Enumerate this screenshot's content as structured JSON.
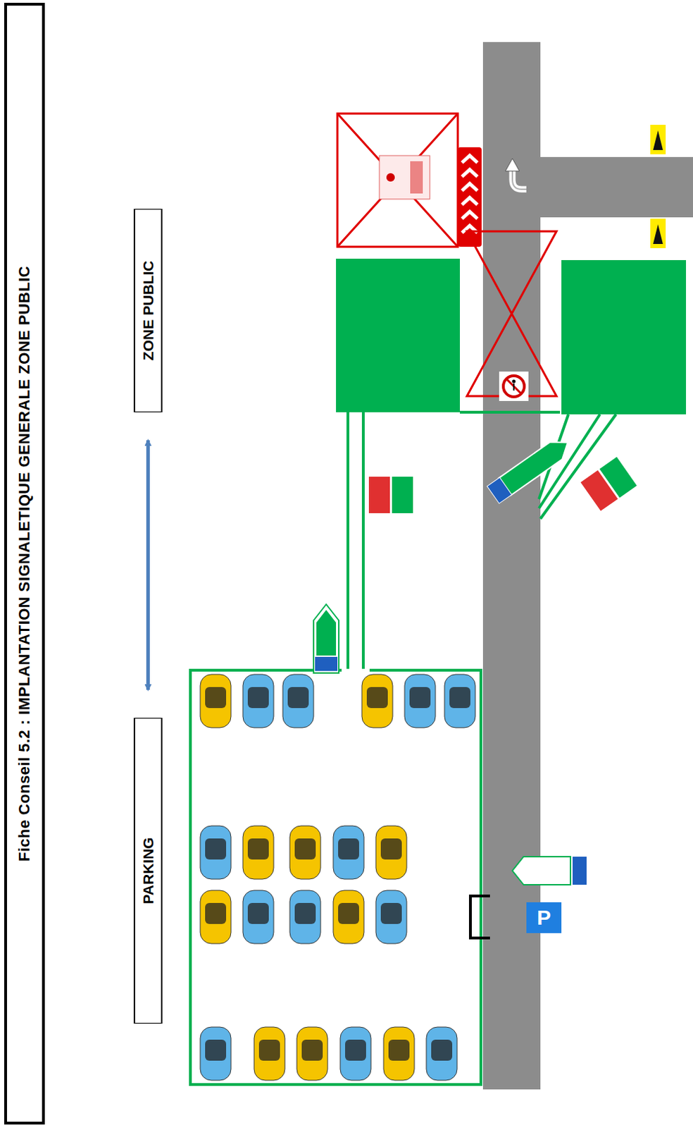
{
  "diagram": {
    "title": "Fiche Conseil 5.2 : IMPLANTATION SIGNALETIQUE GENERALE ZONE PUBLIC",
    "nodes": [
      {
        "text": [
          "ZONE PUBLIC"
        ]
      },
      {
        "text": [
          "PARKING"
        ]
      }
    ],
    "edges": [
      {
        "from": 0,
        "to": 1,
        "arrow": "both"
      }
    ],
    "labels": [
      "P"
    ]
  }
}
